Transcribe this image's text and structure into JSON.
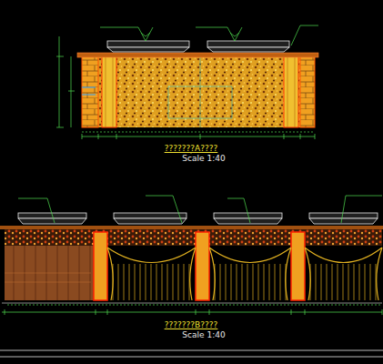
{
  "diagram": {
    "labels": [
      "???????A????",
      "Scale   1:40",
      "???????B????",
      "Scale   1:40"
    ]
  }
}
